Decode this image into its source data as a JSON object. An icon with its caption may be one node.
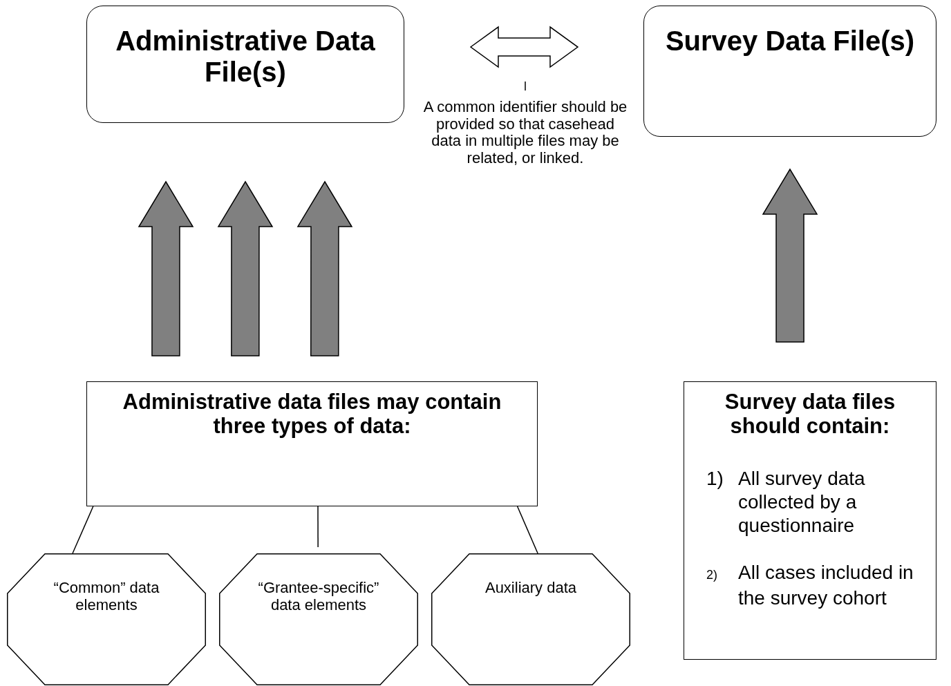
{
  "diagram": {
    "nodes": [
      {
        "text": [
          "Administrative Data File(s)"
        ]
      },
      {
        "text": [
          "Survey Data File(s)"
        ]
      },
      {
        "text": [
          "A common identifier should be provided so that casehead data in multiple files may be related, or linked."
        ]
      },
      {
        "text": [
          "Administrative data files may contain three types of data:"
        ]
      },
      {
        "text": [
          "Survey data files should contain:",
          "1) All survey data collected by a questionnaire",
          "2) All cases included in the survey cohort"
        ]
      },
      {
        "text": [
          "“Common” data elements"
        ]
      },
      {
        "text": [
          "“Grantee-specific” data elements"
        ]
      },
      {
        "text": [
          "Auxiliary data"
        ]
      }
    ],
    "edges": [
      {
        "from": 0,
        "to": 1,
        "arrow": "both",
        "style": "thick"
      },
      {
        "from": 3,
        "to": 0,
        "arrow": "to",
        "style": "thick",
        "color": "#808080"
      },
      {
        "from": 3,
        "to": 0,
        "arrow": "to",
        "style": "thick",
        "color": "#808080"
      },
      {
        "from": 3,
        "to": 0,
        "arrow": "to",
        "style": "thick",
        "color": "#808080"
      },
      {
        "from": 4,
        "to": 1,
        "arrow": "to",
        "style": "thick",
        "color": "#808080"
      },
      {
        "from": 3,
        "to": 5,
        "arrow": "none"
      },
      {
        "from": 3,
        "to": 6,
        "arrow": "none"
      },
      {
        "from": 3,
        "to": 7,
        "arrow": "none"
      },
      {
        "from": 2,
        "to": null,
        "arrow": "none"
      }
    ]
  }
}
